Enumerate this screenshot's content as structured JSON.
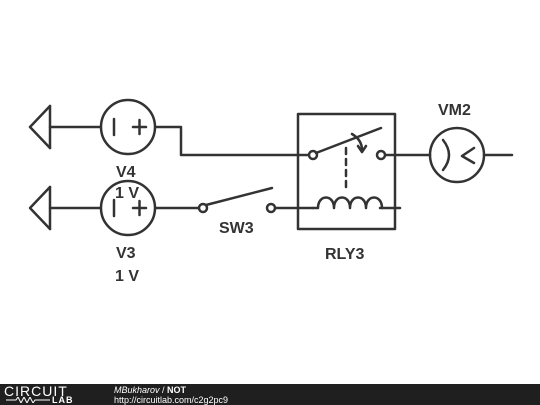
{
  "circuit": {
    "v4": {
      "name": "V4",
      "value": "1 V"
    },
    "v3": {
      "name": "V3",
      "value": "1 V"
    },
    "sw3": {
      "name": "SW3"
    },
    "rly3": {
      "name": "RLY3"
    },
    "vm2": {
      "name": "VM2"
    }
  },
  "footer": {
    "logo_top": "CIRCUIT",
    "logo_bottom": "LAB",
    "author": "MBukharov",
    "separator": " / ",
    "title": "NOT",
    "url": "http://circuitlab.com/c2g2pc9"
  },
  "colors": {
    "ink": "#333333",
    "footer_bg": "#1f1f1f"
  }
}
